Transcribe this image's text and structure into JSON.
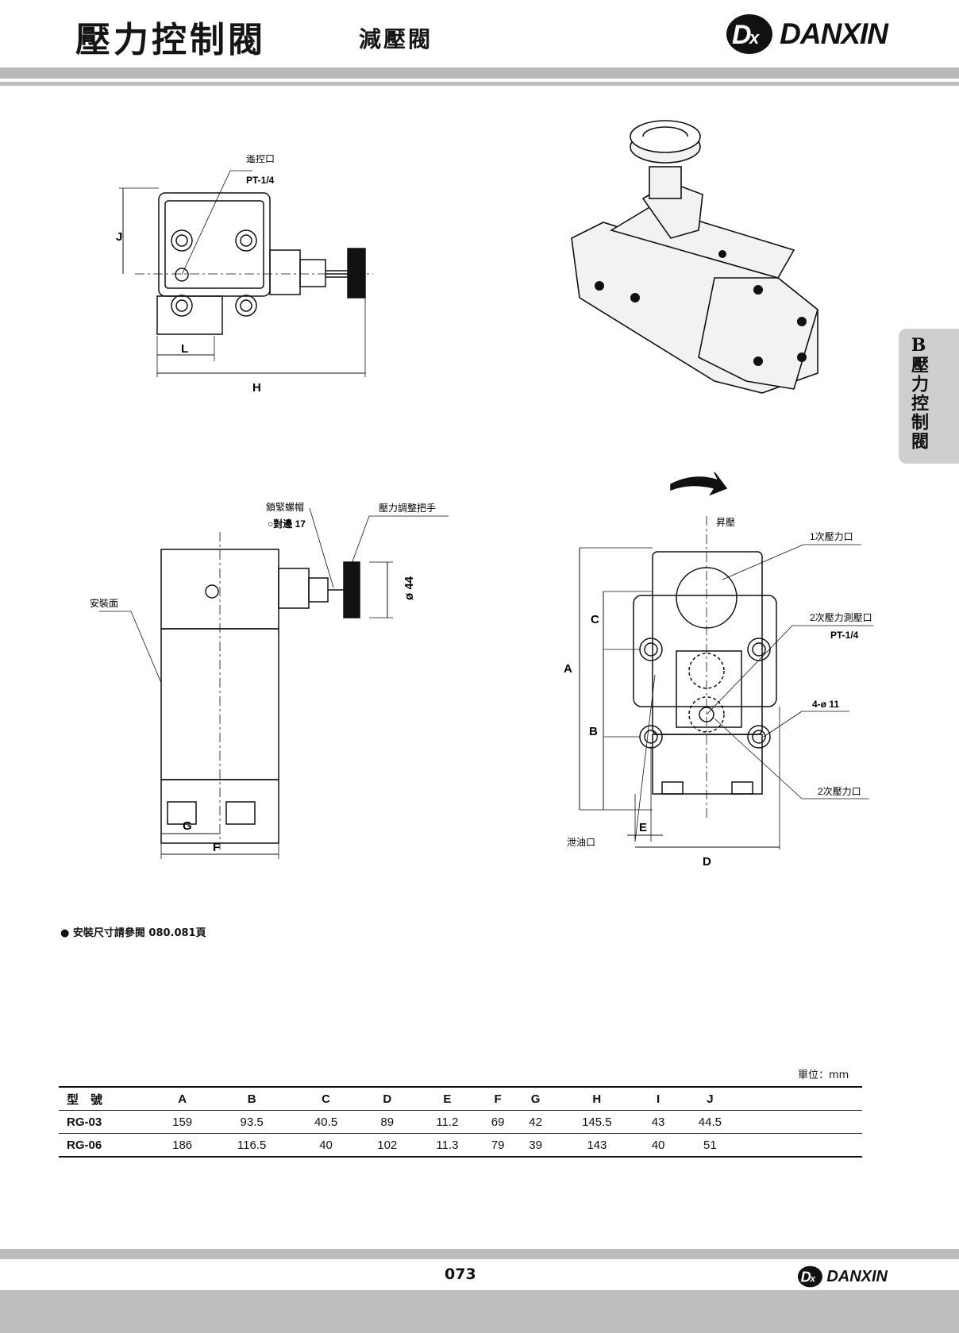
{
  "header": {
    "title": "壓力控制閥",
    "subtitle": "減壓閥",
    "brand": "DANXIN",
    "logo_letters": "Dx"
  },
  "side_tab": {
    "letter": "B",
    "text": "壓力控制閥"
  },
  "drawing_labels": {
    "remote_port": "遙控口",
    "remote_port_size": "PT-1/4",
    "lock_nut": "鎖緊螺帽",
    "lock_nut_size": "○對邊 17",
    "adjust_handle": "壓力調整把手",
    "mount_face": "安裝面",
    "knob_dia": "ø 44",
    "raise_pressure": "昇壓",
    "primary_port": "1次壓力口",
    "gauge_port": "2次壓力測壓口",
    "gauge_port_size": "PT-1/4",
    "bolt_holes": "4-ø 11",
    "secondary_port": "2次壓力口",
    "drain_port": "泄油口",
    "dims": {
      "A": "A",
      "B": "B",
      "C": "C",
      "D": "D",
      "E": "E",
      "F": "F",
      "G": "G",
      "H": "H",
      "J": "J",
      "L": "L"
    }
  },
  "note": "● 安裝尺寸請參閱 080.081頁",
  "unit": "單位：mm",
  "table": {
    "headers": [
      "型　號",
      "A",
      "B",
      "C",
      "D",
      "E",
      "F",
      "G",
      "H",
      "I",
      "J"
    ],
    "rows": [
      [
        "RG-03",
        "159",
        "93.5",
        "40.5",
        "89",
        "11.2",
        "69",
        "42",
        "145.5",
        "43",
        "44.5"
      ],
      [
        "RG-06",
        "186",
        "116.5",
        "40",
        "102",
        "11.3",
        "79",
        "39",
        "143",
        "40",
        "51"
      ]
    ]
  },
  "footer": {
    "page": "073",
    "brand": "DANXIN",
    "logo_letters": "Dx"
  }
}
